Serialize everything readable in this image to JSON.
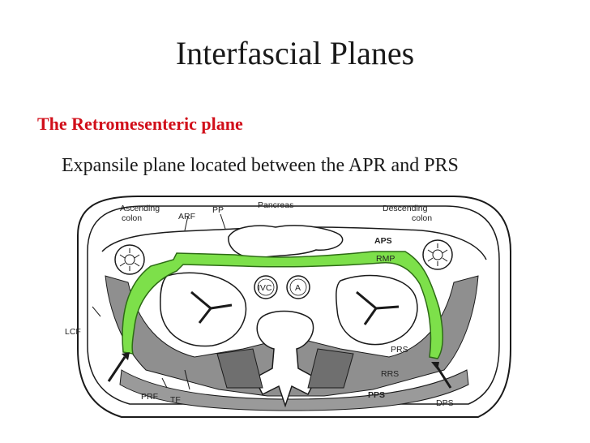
{
  "title": "Interfascial Planes",
  "subheading": "The Retromesenteric plane",
  "body_text": "Expansile plane located between the APR and PRS",
  "diagram": {
    "labels": {
      "ascending_colon_line1": "Ascending",
      "ascending_colon_line2": "colon",
      "arf": "ARF",
      "pp": "PP",
      "pancreas": "Pancreas",
      "descending_colon_line1": "Descending",
      "descending_colon_line2": "colon",
      "aps": "APS",
      "rmp": "RMP",
      "ivc": "IVC",
      "a": "A",
      "lcf": "LCF",
      "prs": "PRS",
      "rrs": "RRS",
      "pps": "PPS",
      "prf": "PRF",
      "tf": "TF",
      "dps": "DPS"
    },
    "colors": {
      "highlight_plane": "#7de04a",
      "tissue_gray": "#8f8f8f",
      "outline": "#1a1a1a"
    }
  }
}
